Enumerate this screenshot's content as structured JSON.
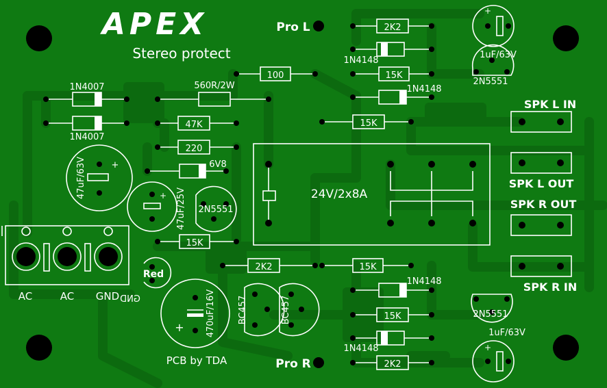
{
  "board": {
    "background": "#0f7a12",
    "copper_color": "#0c6a0f",
    "silkscreen_color": "#ffffff",
    "logo": "APEX",
    "title": "Stereo protect",
    "credit": "PCB by TDA",
    "relay_label": "24V/2x8A",
    "mirrored_bottom_text": "GND"
  },
  "connectors": {
    "pro_l": "Pro L",
    "pro_r": "Pro R",
    "spk_l_in": "SPK L IN",
    "spk_l_out": "SPK L OUT",
    "spk_r_out": "SPK R OUT",
    "spk_r_in": "SPK R IN",
    "terminal": [
      "AC",
      "AC",
      "GND"
    ]
  },
  "components": {
    "r_100": "100",
    "r_560": "560R/2W",
    "r_47k": "47K",
    "r_220": "220",
    "r_15k_left": "15K",
    "r_2k2_top": "2K2",
    "r_15k_top1": "15K",
    "r_15k_top2": "15K",
    "r_2k2_mid": "2K2",
    "r_15k_mid": "15K",
    "r_15k_bot": "15K",
    "r_2k2_bot": "2K2",
    "d_1n4007_top": "1N4007",
    "d_1n4007_bot": "1N4007",
    "d_6v8": "6V8",
    "d_1n4148_1": "1N4148",
    "d_1n4148_2": "1N4148",
    "d_1n4148_3": "1N4148",
    "d_1n4148_4": "1N4148",
    "c_47uf_63v": "47uF/63V",
    "c_47uf_25v": "47uF/25V",
    "c_470uf_16v": "470uF/16V",
    "c_1uf_top": "1uF/63V",
    "c_1uf_bot": "1uF/63V",
    "q_2n5551_left": "2N5551",
    "q_2n5551_top": "2N5551",
    "q_2n5551_bot": "2N5551",
    "q_bc457_1": "BC457",
    "q_bc457_2": "BC457",
    "led": "Red",
    "plus": "+"
  }
}
